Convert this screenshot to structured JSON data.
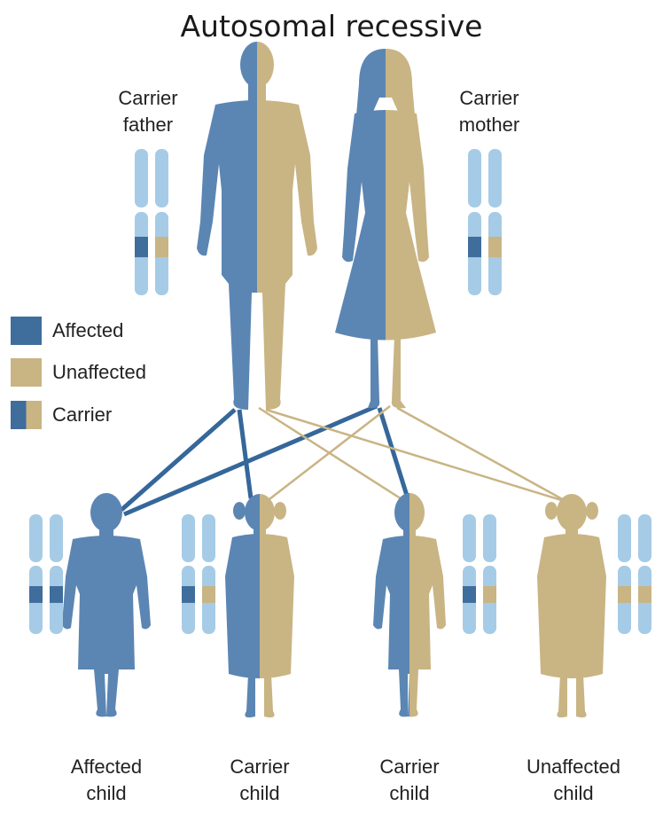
{
  "title": "Autosomal recessive",
  "colors": {
    "affected": "#3f6d9c",
    "affected_figure": "#5b86b3",
    "unaffected": "#c9b484",
    "chromosome": "#a6cbe6",
    "line_affected": "#35679a",
    "line_unaffected": "#c9b484"
  },
  "parents": {
    "father": {
      "label_line1": "Carrier",
      "label_line2": "father"
    },
    "mother": {
      "label_line1": "Carrier",
      "label_line2": "mother"
    }
  },
  "legend": [
    {
      "label": "Affected",
      "type": "affected"
    },
    {
      "label": "Unaffected",
      "type": "unaffected"
    },
    {
      "label": "Carrier",
      "type": "carrier"
    }
  ],
  "children": [
    {
      "label_line1": "Affected",
      "label_line2": "child",
      "genotype": "affected"
    },
    {
      "label_line1": "Carrier",
      "label_line2": "child",
      "genotype": "carrier"
    },
    {
      "label_line1": "Carrier",
      "label_line2": "child",
      "genotype": "carrier"
    },
    {
      "label_line1": "Unaffected",
      "label_line2": "child",
      "genotype": "unaffected"
    }
  ]
}
